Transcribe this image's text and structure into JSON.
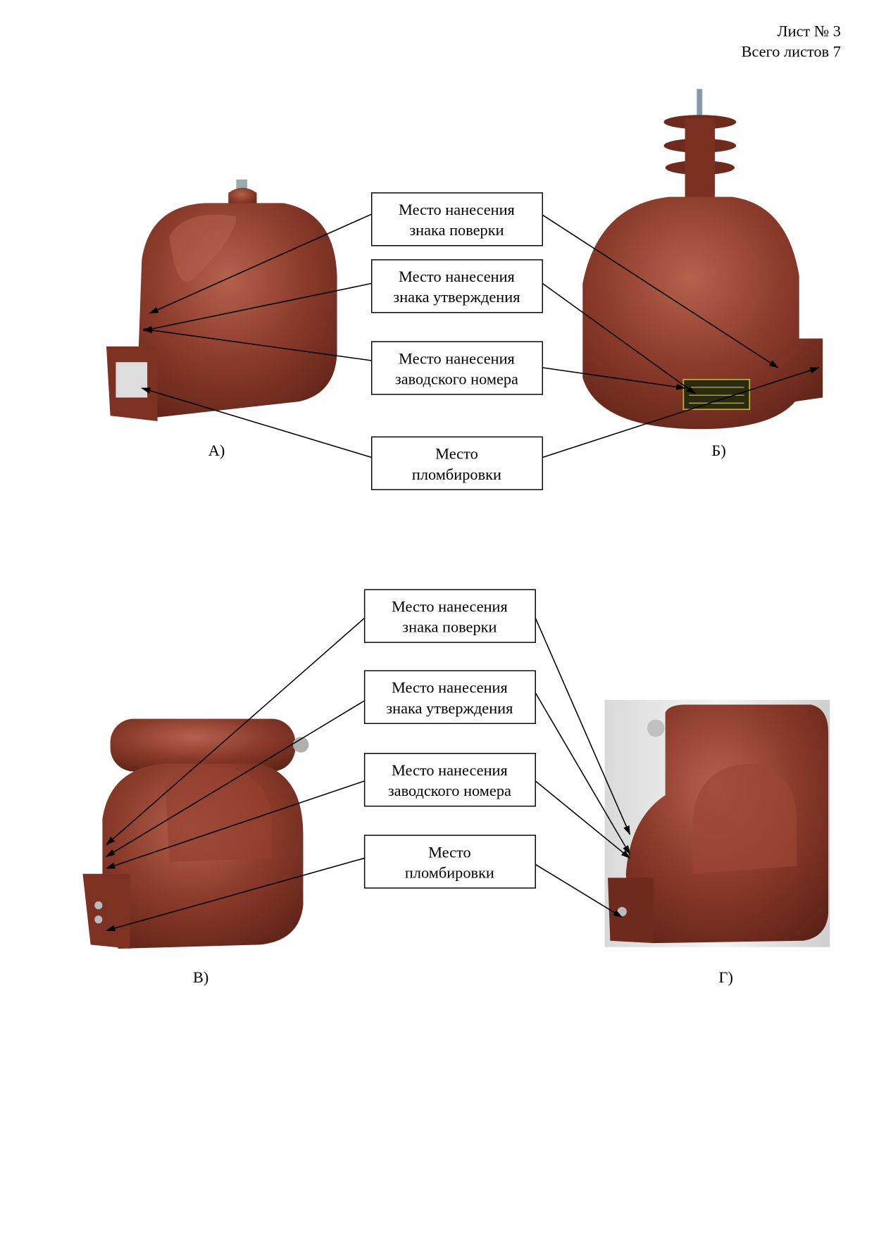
{
  "header": {
    "sheet": "Лист № 3",
    "total": "Всего листов 7"
  },
  "callouts_top": [
    {
      "line1": "Место нанесения",
      "line2": "знака поверки"
    },
    {
      "line1": "Место нанесения",
      "line2": "знака утверждения"
    },
    {
      "line1": "Место нанесения",
      "line2": "заводского номера"
    },
    {
      "line1": "Место",
      "line2": "пломбировки"
    }
  ],
  "callouts_bottom": [
    {
      "line1": "Место нанесения",
      "line2": "знака поверки"
    },
    {
      "line1": "Место нанесения",
      "line2": "знака утверждения"
    },
    {
      "line1": "Место нанесения",
      "line2": "заводского номера"
    },
    {
      "line1": "Место",
      "line2": "пломбировки"
    }
  ],
  "figures": {
    "a": "А)",
    "b": "Б)",
    "v": "В)",
    "g": "Г)"
  },
  "colors": {
    "body": "#8a3a2a",
    "body_light": "#a85440",
    "body_dark": "#5e2418"
  }
}
